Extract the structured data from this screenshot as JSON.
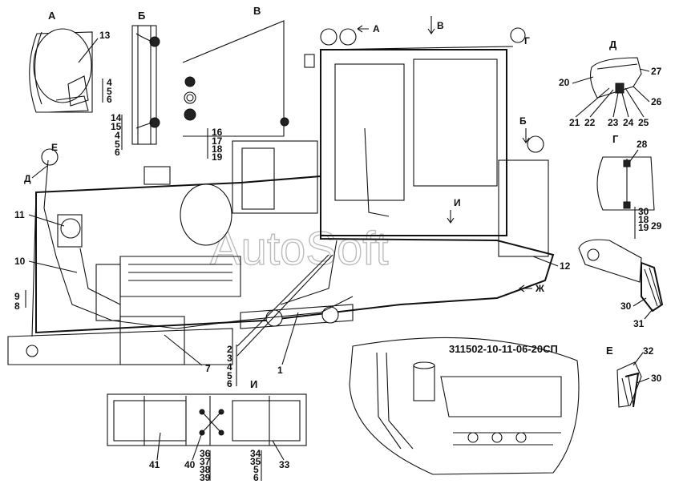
{
  "drawing_number": "311502-10-11-06-20СП",
  "watermark": "AutoSoft",
  "views": {
    "A": "А",
    "B": "Б",
    "V": "В",
    "G": "Г",
    "D": "Д",
    "E": "Е",
    "I": "И",
    "Zh": "Ж"
  },
  "callouts": {
    "n1": "1",
    "n2": "2",
    "n3": "3",
    "n4": "4",
    "n5": "5",
    "n6": "6",
    "n7": "7",
    "n8": "8",
    "n9": "9",
    "n10": "10",
    "n11": "11",
    "n12": "12",
    "n13": "13",
    "n14": "14",
    "n15": "15",
    "n16": "16",
    "n17": "17",
    "n18": "18",
    "n19": "19",
    "n20": "20",
    "n21": "21",
    "n22": "22",
    "n23": "23",
    "n24": "24",
    "n25": "25",
    "n26": "26",
    "n27": "27",
    "n28": "28",
    "n29": "29",
    "n30": "30",
    "n31": "31",
    "n32": "32",
    "n33": "33",
    "n34": "34",
    "n35": "35",
    "n36": "36",
    "n37": "37",
    "n38": "38",
    "n39": "39",
    "n40": "40",
    "n41": "41"
  }
}
